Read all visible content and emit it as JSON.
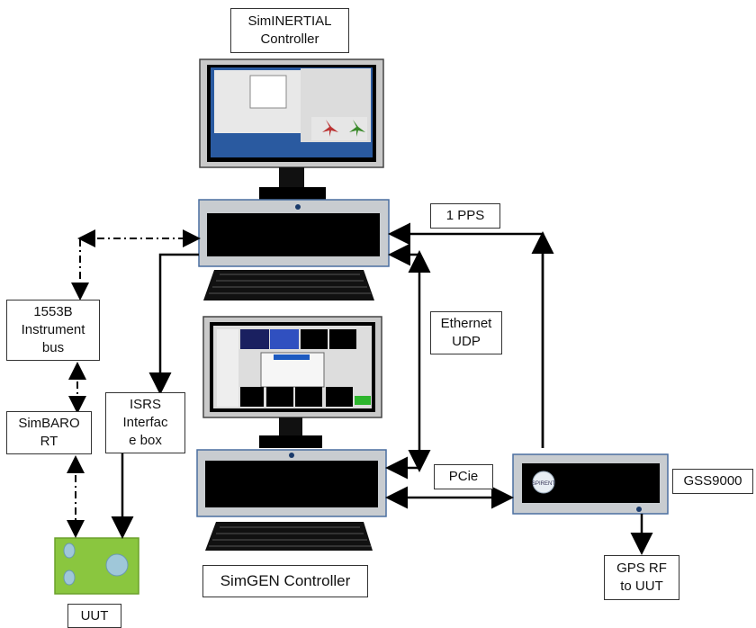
{
  "labels": {
    "siminertial": "SimINERTIAL\nController",
    "pps": "1 PPS",
    "ethernet": "Ethernet\nUDP",
    "pcie": "PCie",
    "gss": "GSS9000",
    "gps": "GPS RF\nto UUT",
    "bus": "1553B\nInstrument\nbus",
    "simbaro": "SimBARO\nRT",
    "isrs": "ISRS\nInterfac\ne box",
    "simgen": "SimGEN Controller",
    "uut": "UUT",
    "spirent_logo": "SPIRENT"
  },
  "colors": {
    "frame": "#c8ccd0",
    "frame_border": "#4a6fa0",
    "screen": "#000000",
    "desktop": "#2a5aa0",
    "uut_board": "#8ac63f",
    "uut_hole": "#9fc7d9"
  }
}
